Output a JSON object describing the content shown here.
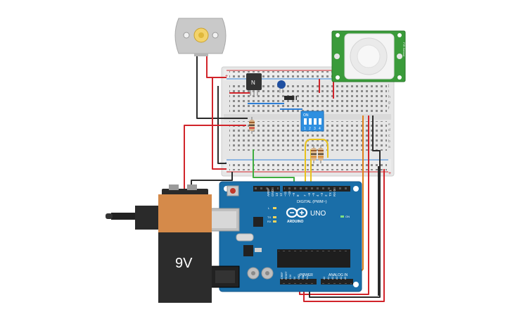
{
  "battery": {
    "label": "9V"
  },
  "arduino": {
    "brand_text": "ARDUINO",
    "model_text": "UNO",
    "digital_label": "DIGITAL (PWM~)",
    "power_label": "POWER",
    "analog_label": "ANALOG IN",
    "on_label": "ON",
    "tx_label": "TX",
    "rx_label": "RX",
    "l_label": "L",
    "digital_pins": [
      "AREF",
      "GND",
      "13",
      "12",
      "~11",
      "~10",
      "~9",
      "8",
      "7",
      "~6",
      "~5",
      "4",
      "~3",
      "2",
      "TX 1",
      "RX 0"
    ],
    "power_pins": [
      "IOREF",
      "RESET",
      "3.3V",
      "5V",
      "GND",
      "GND",
      "Vin"
    ],
    "analog_pins": [
      "A0",
      "A1",
      "A2",
      "A3",
      "A4",
      "A5"
    ]
  },
  "transistor": {
    "label": "N"
  },
  "dip_switch": {
    "label": "ON",
    "numbers": [
      "1",
      "2",
      "3",
      "4"
    ]
  },
  "pir_sensor": {
    "side_text": "PIR Sensor"
  },
  "breadboard": {
    "row_letters_top": [
      "j",
      "i",
      "h",
      "g",
      "f"
    ],
    "row_letters_bottom": [
      "e",
      "d",
      "c",
      "b",
      "a"
    ],
    "rail_plus": "+",
    "rail_minus": "-"
  },
  "colors": {
    "wire_red": "#d1242a",
    "wire_black": "#2b2b2b",
    "wire_green": "#3fae3f",
    "wire_yellow": "#e8c21c",
    "wire_orange": "#e0801a",
    "wire_blue": "#2e7fd6",
    "arduino_blue": "#1a6ea8",
    "pir_green": "#3a9b3a",
    "battery_orange": "#d58a4a",
    "battery_black": "#2c2c2c",
    "breadboard": "#e6e6e6"
  }
}
